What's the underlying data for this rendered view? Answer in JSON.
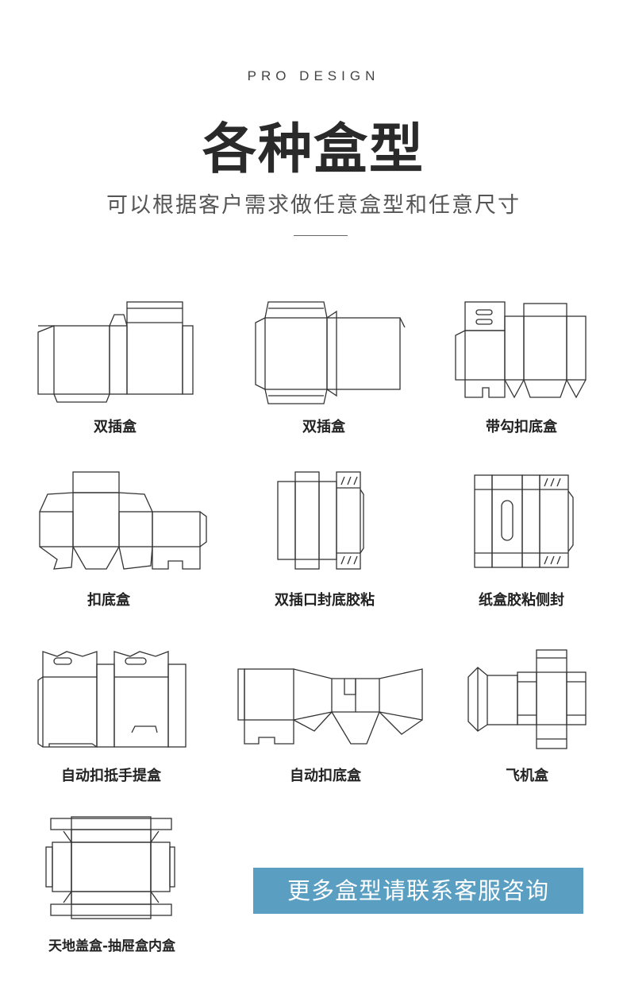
{
  "header": {
    "eyebrow": "PRO DESIGN",
    "title": "各种盒型",
    "subtitle": "可以根据客户需求做任意盒型和任意尺寸"
  },
  "boxes": [
    {
      "label": "双插盒",
      "icon": "double-tuck-box-icon"
    },
    {
      "label": "双插盒",
      "icon": "double-tuck-box-icon"
    },
    {
      "label": "带勾扣底盒",
      "icon": "hook-lock-bottom-box-icon"
    },
    {
      "label": "扣底盒",
      "icon": "lock-bottom-box-icon"
    },
    {
      "label": "双插口封底胶粘",
      "icon": "tuck-glued-bottom-box-icon"
    },
    {
      "label": "纸盒胶粘侧封",
      "icon": "side-glued-box-icon"
    },
    {
      "label": "自动扣抵手提盒",
      "icon": "auto-bottom-handle-box-icon"
    },
    {
      "label": "自动扣底盒",
      "icon": "auto-lock-bottom-box-icon"
    },
    {
      "label": "飞机盒",
      "icon": "mailer-box-icon"
    },
    {
      "label": "天地盖盒-抽屉盒内盒",
      "icon": "lid-drawer-box-icon"
    }
  ],
  "cta": {
    "label": "更多盒型请联系客服咨询",
    "color": "#5a9fc2"
  }
}
